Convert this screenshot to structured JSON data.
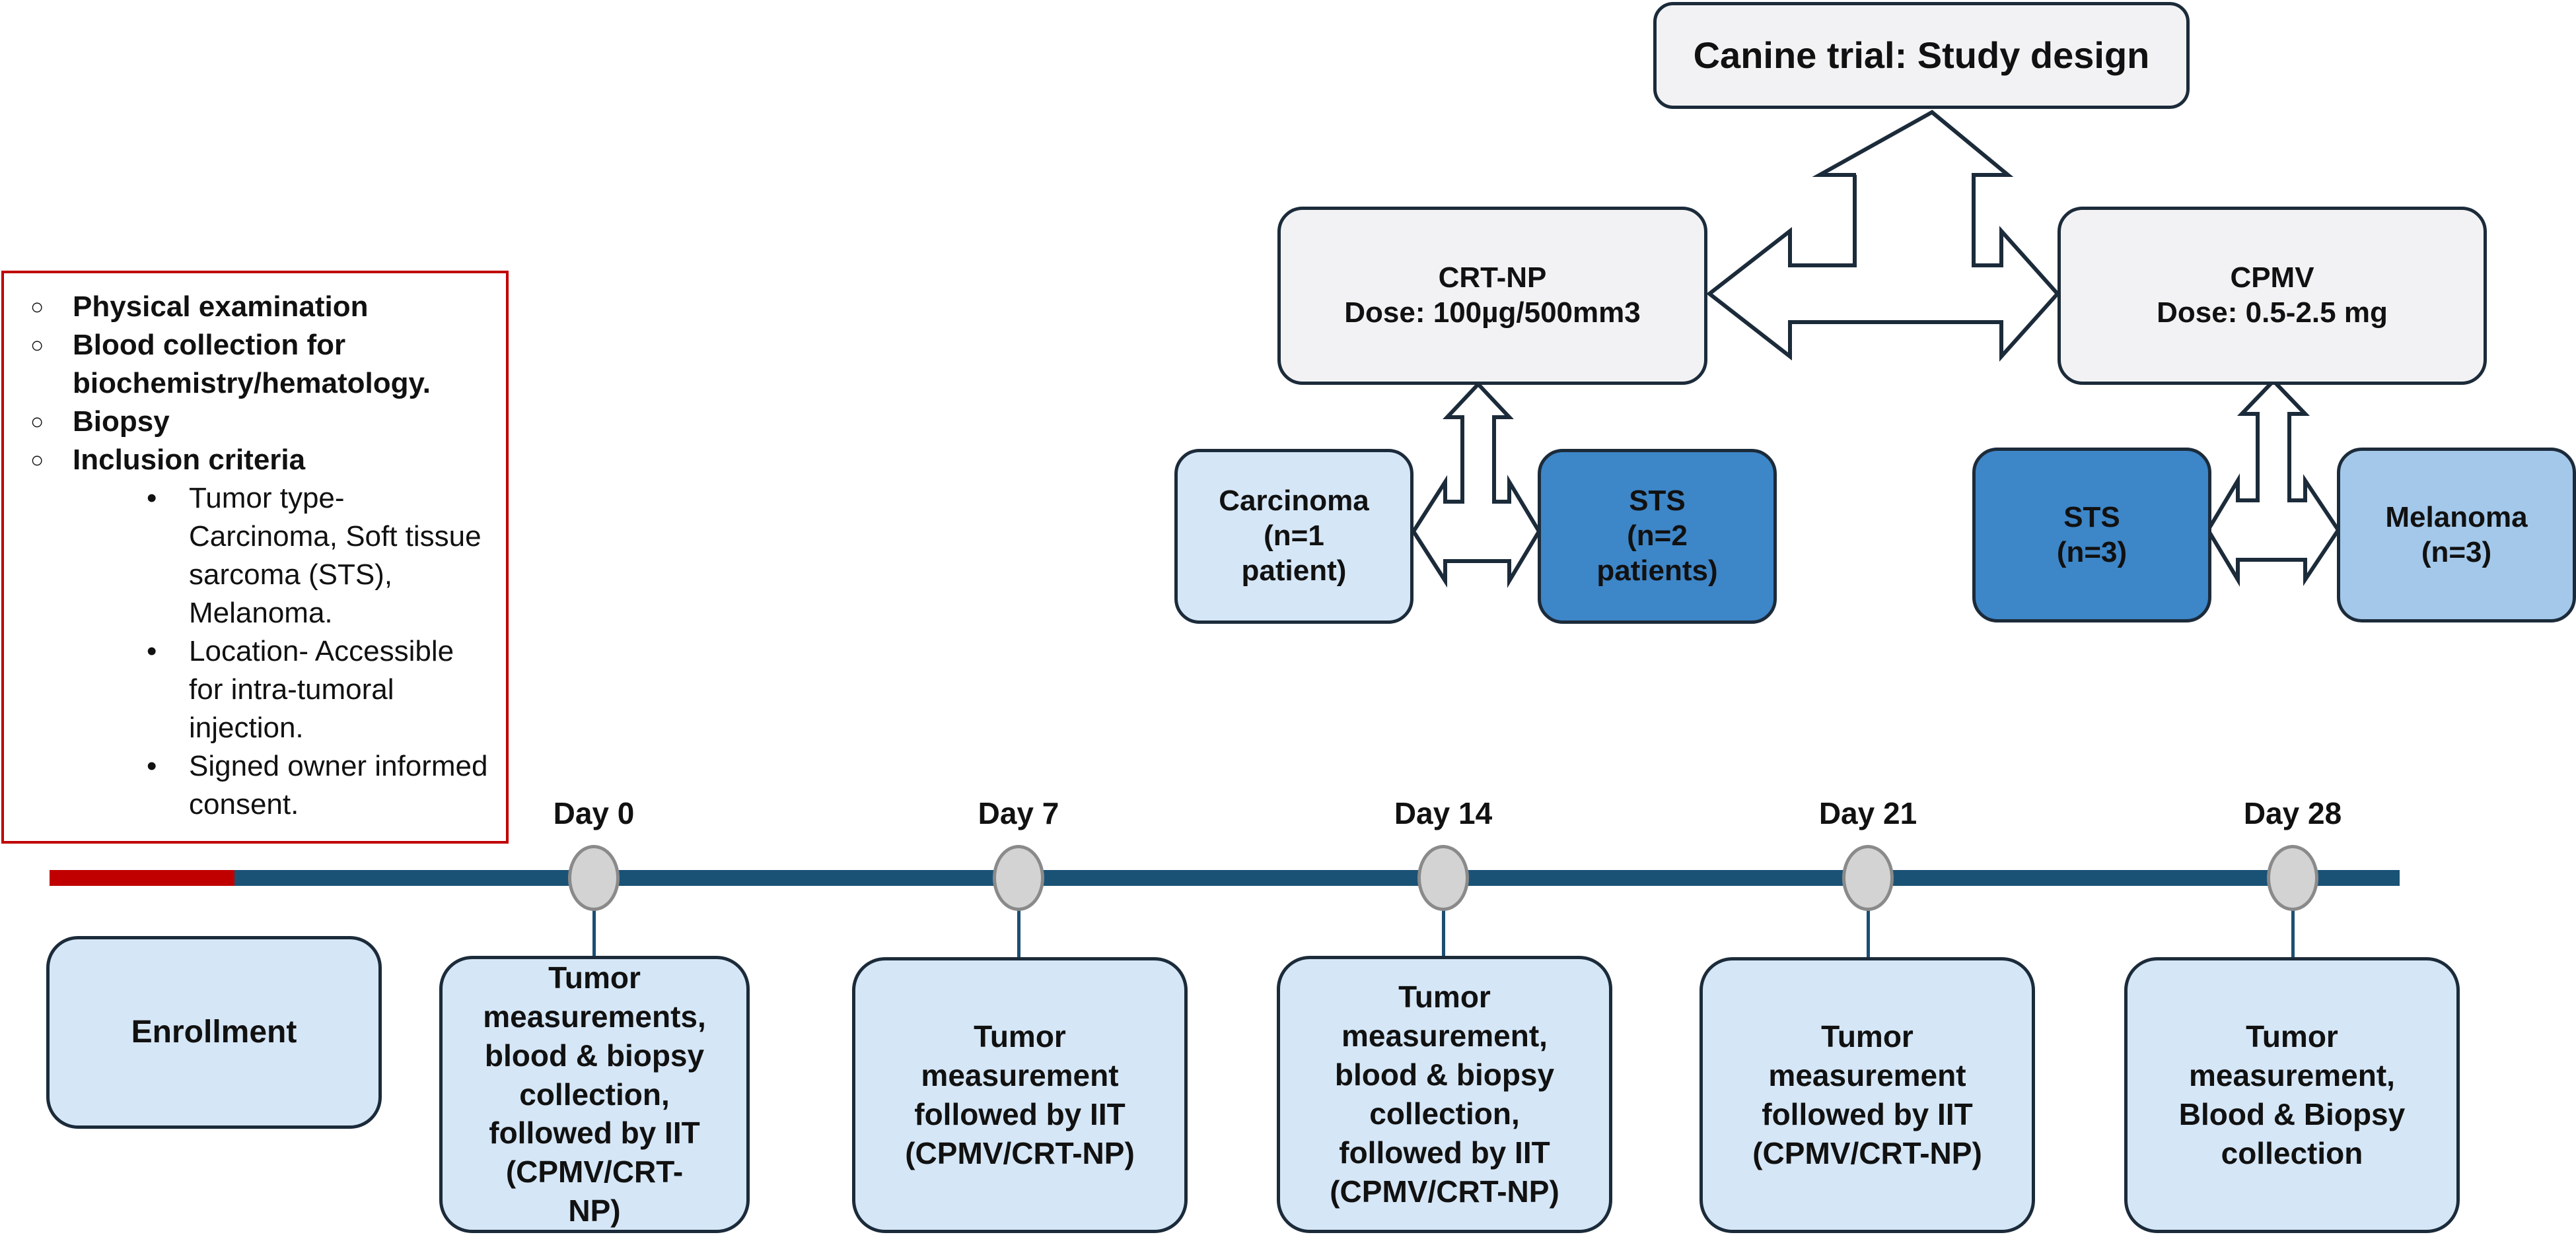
{
  "study_design": {
    "title": "Canine trial: Study design",
    "arms": [
      {
        "name_dose": "CRT-NP\nDose: 100µg/500mm3",
        "groups": [
          "Carcinoma\n(n=1\npatient)",
          "STS\n(n=2\npatients)"
        ]
      },
      {
        "name_dose": "CPMV\nDose: 0.5-2.5 mg",
        "groups": [
          "STS\n(n=3)",
          "Melanoma\n(n=3)"
        ]
      }
    ]
  },
  "criteria": {
    "items": [
      "Physical examination",
      "Blood collection for biochemistry/hematology.",
      "Biopsy",
      "Inclusion criteria"
    ],
    "inclusion": [
      "Tumor type- Carcinoma, Soft tissue sarcoma (STS), Melanoma.",
      "Location- Accessible for intra-tumoral injection.",
      "Signed owner informed consent."
    ]
  },
  "timeline": {
    "enrollment": "Enrollment",
    "days": [
      {
        "label": "Day 0",
        "activity": "Tumor\nmeasurements,\nblood & biopsy\ncollection,\nfollowed by IIT\n(CPMV/CRT-\nNP)"
      },
      {
        "label": "Day 7",
        "activity": "Tumor\nmeasurement\nfollowed by IIT\n(CPMV/CRT-NP)"
      },
      {
        "label": "Day 14",
        "activity": "Tumor\nmeasurement,\nblood & biopsy\ncollection,\nfollowed by IIT\n(CPMV/CRT-NP)"
      },
      {
        "label": "Day 21",
        "activity": "Tumor\nmeasurement\nfollowed by IIT\n(CPMV/CRT-NP)"
      },
      {
        "label": "Day 28",
        "activity": "Tumor\nmeasurement,\nBlood & Biopsy\ncollection"
      }
    ]
  },
  "colors": {
    "timeline_bar": "#1a5276",
    "enrollment_bar": "#c00000",
    "criteria_border": "#c00000",
    "box_dark": "#3d86c8",
    "box_light": "#d5e6f6",
    "box_mid": "#a3c8ea",
    "box_grey": "#f2f2f4"
  }
}
